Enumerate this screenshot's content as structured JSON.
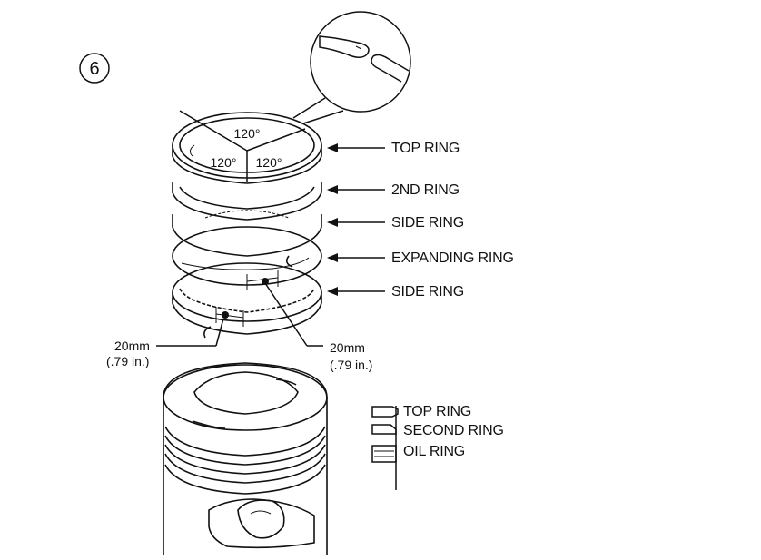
{
  "step_number": "6",
  "angles": {
    "top": "120°",
    "left": "120°",
    "right": "120°"
  },
  "ring_labels": [
    {
      "label": "TOP RING"
    },
    {
      "label": "2ND RING"
    },
    {
      "label": "SIDE RING"
    },
    {
      "label": "EXPANDING RING"
    },
    {
      "label": "SIDE RING"
    }
  ],
  "gap_left": {
    "mm": "20mm",
    "inch": "(.79 in.)"
  },
  "gap_right": {
    "mm": "20mm",
    "inch": "(.79 in.)"
  },
  "legend": [
    {
      "label": "TOP RING",
      "icon": "top-ring-profile-icon"
    },
    {
      "label": "SECOND RING",
      "icon": "second-ring-profile-icon"
    },
    {
      "label": "OIL RING",
      "icon": "oil-ring-profile-icon"
    }
  ]
}
